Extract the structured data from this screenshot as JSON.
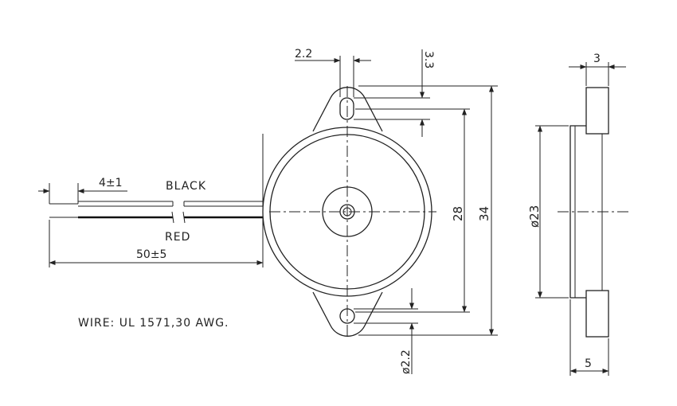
{
  "wires": {
    "black_label": "BLACK",
    "red_label": "RED",
    "strip_dim": "4±1",
    "length_dim": "50±5",
    "spec_note": "WIRE: UL 1571,30 AWG."
  },
  "front_view": {
    "tab_width_dim": "2.2",
    "tab_offset_dim": "3.3",
    "body_dia_dim": "28",
    "overall_height_dim": "34",
    "hole_dia_dim": "ø2.2"
  },
  "side_view": {
    "tab_thickness_dim": "3",
    "body_dia_dim": "ø23",
    "depth_dim": "5"
  }
}
